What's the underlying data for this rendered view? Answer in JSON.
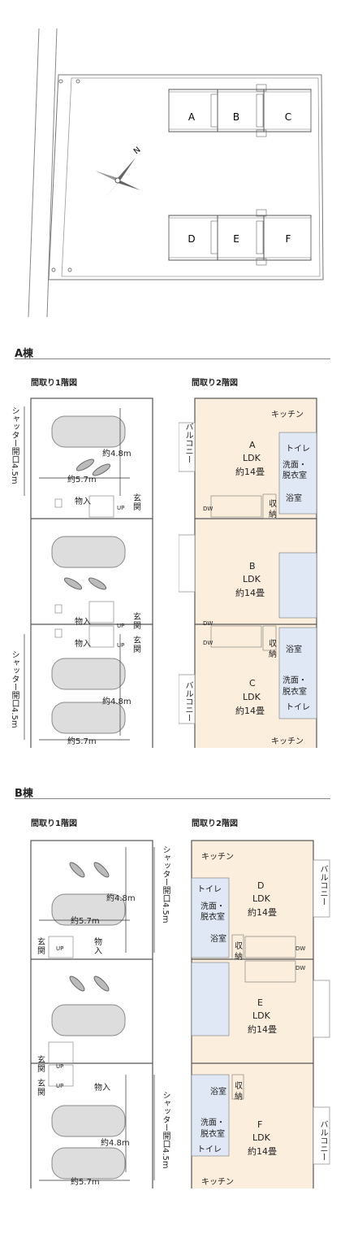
{
  "site": {
    "labels": [
      "A",
      "B",
      "C",
      "D",
      "E",
      "F"
    ],
    "north": "N"
  },
  "sections": {
    "a_title": "A棟",
    "b_title": "B棟",
    "floor1_title": "間取り1階図",
    "floor2_title": "間取り2階図"
  },
  "floor1": {
    "storage": "物入",
    "entrance": "玄関",
    "up": "UP",
    "dim_depth": "約4.8m",
    "dim_width": "約5.7m",
    "shutter": "シャッター開口4.5m"
  },
  "floor2": {
    "kitchen": "キッチン",
    "balcony": "バルコニー",
    "ldk": "LDK",
    "size": "約14畳",
    "toilet": "トイレ",
    "washroom_1": "洗面・",
    "washroom_2": "脱衣室",
    "bath": "浴室",
    "closet_1": "収",
    "closet_2": "納",
    "dw": "DW",
    "units_a": [
      "A",
      "B",
      "C"
    ],
    "units_b": [
      "D",
      "E",
      "F"
    ]
  },
  "colors": {
    "living": "#fbeedd",
    "wet": "#dfe8f4",
    "wall": "#555555",
    "divider": "#aaaaaa"
  }
}
